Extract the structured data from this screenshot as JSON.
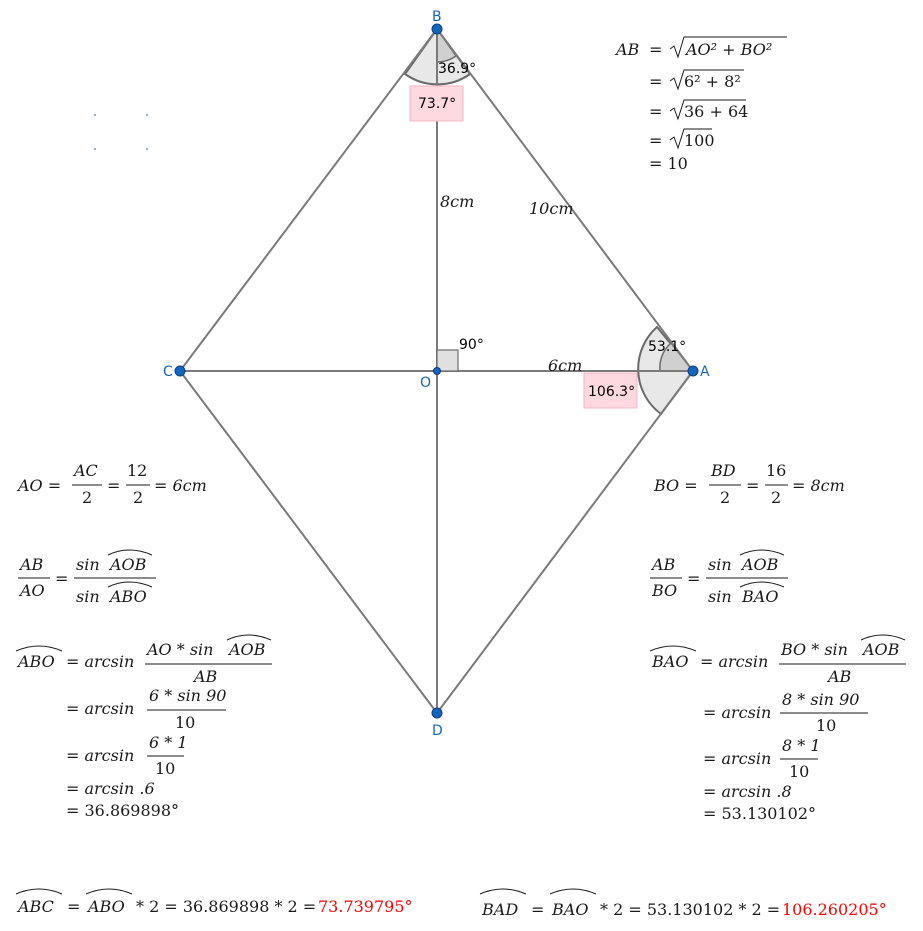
{
  "points": {
    "A": "A",
    "B": "B",
    "C": "C",
    "D": "D",
    "O": "O"
  },
  "colors": {
    "segment": "#7a7a7a",
    "point": "#1565c0",
    "angle_fill": "#e6e6e6",
    "label_box": "#ffd9e0",
    "result": "#ff0000"
  },
  "angles": {
    "top": "36.9°",
    "top_full": "73.7°",
    "right": "53.1°",
    "right_full": "106.3°",
    "right_angle": "90°"
  },
  "segments": {
    "BO": "8cm",
    "AB": "10cm",
    "OA": "6cm"
  },
  "top_right": {
    "line1_lhs": "AB",
    "line1_eq": "=",
    "line1_rad": "AO² + BO²",
    "line2": "= ",
    "line2_rad": "6² + 8²",
    "line3": "= ",
    "line3_rad": "36 + 64",
    "line4": "= ",
    "line4_rad": "100",
    "line5": "= 10"
  },
  "left": {
    "ao_lhs": "AO =",
    "ao_frac1_num": "AC",
    "ao_frac1_den": "2",
    "ao_eq": "=",
    "ao_frac2_num": "12",
    "ao_frac2_den": "2",
    "ao_rhs": "= 6cm",
    "ratio_num": "AB",
    "ratio_den": "AO",
    "ratio_eq": "=",
    "ratio_rnum_fn": "sin",
    "ratio_rnum": "AOB",
    "ratio_rden_fn": "sin",
    "ratio_rden": "ABO",
    "abo_lhs": "ABO",
    "abo_eq": "= arcsin",
    "abo_num": "AO * sin",
    "abo_num_ang": "AOB",
    "abo_den": "AB",
    "s2_pre": "= arcsin",
    "s2_num": "6 * sin 90",
    "s2_den": "10",
    "s3_pre": "= arcsin",
    "s3_num": "6 * 1",
    "s3_den": "10",
    "s4": "= arcsin .6",
    "s5": "= 36.869898°",
    "final_lhs": "ABC",
    "final_eq": "=",
    "final_mid": "ABO",
    "final_rest": "* 2 = 36.869898 * 2 =",
    "final_val": "73.739795°"
  },
  "right": {
    "bo_lhs": "BO =",
    "bo_frac1_num": "BD",
    "bo_frac1_den": "2",
    "bo_eq": "=",
    "bo_frac2_num": "16",
    "bo_frac2_den": "2",
    "bo_rhs": "= 8cm",
    "ratio_num": "AB",
    "ratio_den": "BO",
    "ratio_eq": "=",
    "ratio_rnum_fn": "sin",
    "ratio_rnum": "AOB",
    "ratio_rden_fn": "sin",
    "ratio_rden": "BAO",
    "bao_lhs": "BAO",
    "bao_eq": "= arcsin",
    "bao_num": "BO * sin",
    "bao_num_ang": "AOB",
    "bao_den": "AB",
    "s2_pre": "= arcsin",
    "s2_num": "8   * sin 90",
    "s2_den": "10",
    "s3_pre": "= arcsin",
    "s3_num": "8 * 1",
    "s3_den": "10",
    "s4": "= arcsin .8",
    "s5": "= 53.130102°",
    "final_lhs": "BAD",
    "final_eq": "=",
    "final_mid": "BAO",
    "final_rest": "* 2 = 53.130102 * 2 =",
    "final_val": "106.260205°"
  }
}
